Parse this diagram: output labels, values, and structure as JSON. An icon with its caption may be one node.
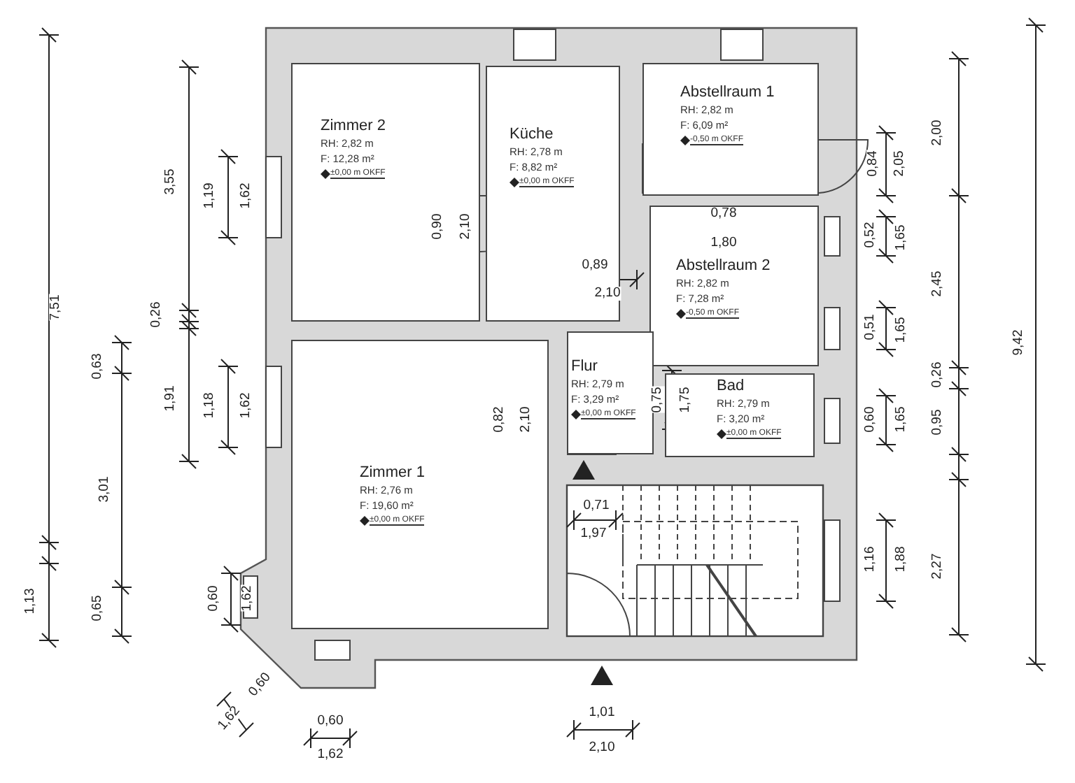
{
  "diagram": {
    "nodes": [
      {
        "text": [
          "Zimmer 2",
          "RH: 2,82 m",
          "F: 12,28 m²",
          "±0,00 m OKFF"
        ]
      },
      {
        "text": [
          "Küche",
          "RH: 2,78 m",
          "F: 8,82 m²",
          "±0,00 m OKFF"
        ]
      },
      {
        "text": [
          "Abstellraum 1",
          "RH: 2,82 m",
          "F: 6,09 m²",
          "-0,50 m OKFF"
        ]
      },
      {
        "text": [
          "Abstellraum 2",
          "RH: 2,82 m",
          "F: 7,28 m²",
          "-0,50 m OKFF"
        ]
      },
      {
        "text": [
          "Flur",
          "RH: 2,79 m",
          "F: 3,29 m²",
          "±0,00 m OKFF"
        ]
      },
      {
        "text": [
          "Bad",
          "RH: 2,79 m",
          "F: 3,20 m²",
          "±0,00 m OKFF"
        ]
      },
      {
        "text": [
          "Zimmer 1",
          "RH: 2,76 m",
          "F: 19,60 m²",
          "±0,00 m OKFF"
        ]
      }
    ],
    "labels": [
      "7,51",
      "3,55",
      "1,19",
      "1,62",
      "0,26",
      "0,63",
      "1,91",
      "1,18",
      "1,62",
      "3,01",
      "1,13",
      "0,65",
      "0,60",
      "1,62",
      "0,60",
      "1,62",
      "0,90",
      "2,10",
      "0,89",
      "2,10",
      "0,78",
      "1,80",
      "0,84",
      "2,05",
      "0,82",
      "2,10",
      "0,75",
      "1,75",
      "0,71",
      "1,97",
      "0,52",
      "1,65",
      "0,51",
      "1,65",
      "0,60",
      "1,65",
      "1,16",
      "1,88",
      "2,00",
      "2,45",
      "0,26",
      "0,95",
      "2,27",
      "9,42",
      "0,60",
      "1,62",
      "1,01",
      "2,10"
    ]
  }
}
